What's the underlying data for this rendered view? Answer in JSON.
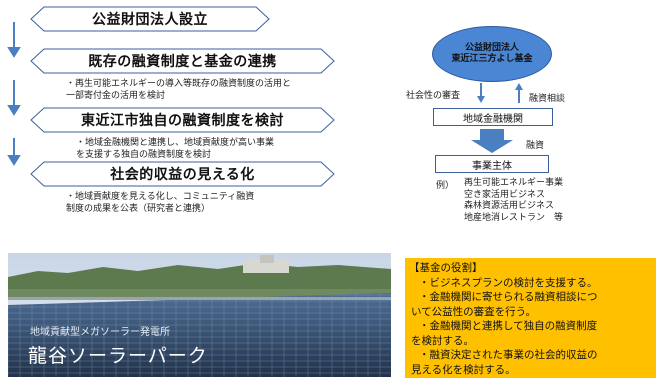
{
  "flow": {
    "step1": "公益財団法人設立",
    "step2": "既存の融資制度と基金の連携",
    "step2_note_lines": [
      "・再生可能エネルギーの導入等既存の融資制度の活用と",
      "一部寄付金の活用を検討"
    ],
    "step3": "東近江市独自の融資制度を検討",
    "step3_note_lines": [
      "・地域金融機関と連携し、地域貢献度が高い事業",
      "を支援する独自の融資制度を検討"
    ],
    "step4": "社会的収益の見える化",
    "step4_note_lines": [
      "・地域貢献度を見える化し、コミュニティ融資",
      "制度の成果を公表（研究者と連携）"
    ]
  },
  "org": {
    "foundation_line1": "公益財団法人",
    "foundation_line2": "東近江三方よし基金",
    "review_label": "社会性の審査",
    "consult_label": "融資相談",
    "bank": "地域金融機関",
    "loan_label": "融資",
    "business": "事業主体",
    "examples_label": "例）",
    "examples": [
      "再生可能エネルギー事業",
      "空き家活用ビジネス",
      "森林資源活用ビジネス",
      "地産地消レストラン　等"
    ]
  },
  "photo": {
    "caption_small": "地域貢献型メガソーラー発電所",
    "caption_large": "龍谷ソーラーパーク"
  },
  "role": {
    "title": "【基金の役割】",
    "lines": [
      "・ビジネスプランの検討を支援する。",
      "・金融機関に寄せられる融資相談につ",
      "いて公益性の審査を行う。",
      "・金融機関と連携して独自の融資制度",
      "を検討する。",
      "・融資決定された事業の社会的収益の",
      "見える化を検討する。"
    ]
  },
  "colors": {
    "arrow_blue": "#4a7fc1",
    "hex_border": "#3b5f9a",
    "foundation_fill": "#4a86d4",
    "role_background": "#ffc000"
  }
}
